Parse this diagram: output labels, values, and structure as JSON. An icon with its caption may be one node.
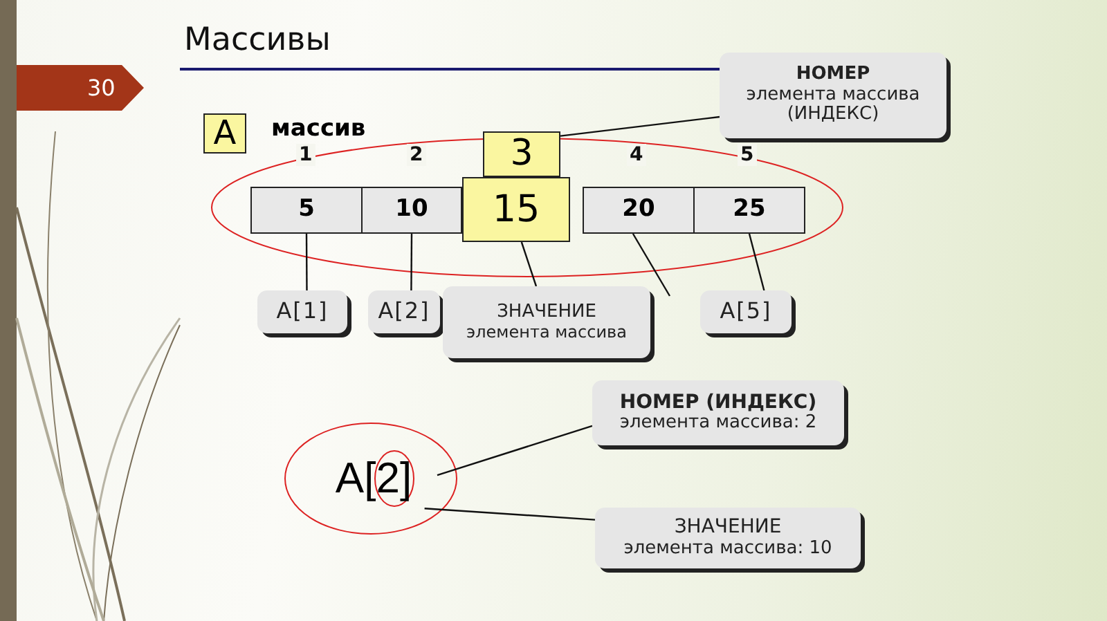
{
  "diagram": {
    "title": "Массивы",
    "nodes": [
      {
        "text": [
          "A"
        ],
        "beside": [
          "массив"
        ]
      },
      {
        "text": [
          "5"
        ]
      },
      {
        "text": [
          "10"
        ]
      },
      {
        "text": [
          "15"
        ]
      },
      {
        "text": [
          "20"
        ]
      },
      {
        "text": [
          "25"
        ]
      },
      {
        "text": [
          "3"
        ]
      },
      {
        "text": [
          "НОМЕР",
          "элемента массива (ИНДЕКС)"
        ]
      },
      {
        "text": [
          "A[1]"
        ]
      },
      {
        "text": [
          "A[2]"
        ]
      },
      {
        "text": [
          "A[5]"
        ]
      },
      {
        "text": [
          "ЗНАЧЕНИЕ",
          "элемента массива"
        ]
      },
      {
        "text": [
          "A[2]"
        ]
      },
      {
        "text": [
          "НОМЕР (ИНДЕКС)",
          "элемента массива: 2"
        ]
      },
      {
        "text": [
          "ЗНАЧЕНИЕ",
          "элемента массива: 10"
        ]
      }
    ],
    "edges": [
      {
        "from": 7,
        "to": 6,
        "arrow": "none"
      },
      {
        "from": 8,
        "to": 1,
        "arrow": "none"
      },
      {
        "from": 9,
        "to": 2,
        "arrow": "none"
      },
      {
        "from": 11,
        "to": 3,
        "arrow": "none"
      },
      {
        "from": null,
        "to": 4,
        "arrow": "none"
      },
      {
        "from": 10,
        "to": 5,
        "arrow": "none"
      },
      {
        "from": 13,
        "to": 12,
        "arrow": "none"
      },
      {
        "from": 14,
        "to": 12,
        "arrow": "none"
      }
    ],
    "labels": [
      "30",
      "1",
      "2",
      "4",
      "5"
    ]
  }
}
